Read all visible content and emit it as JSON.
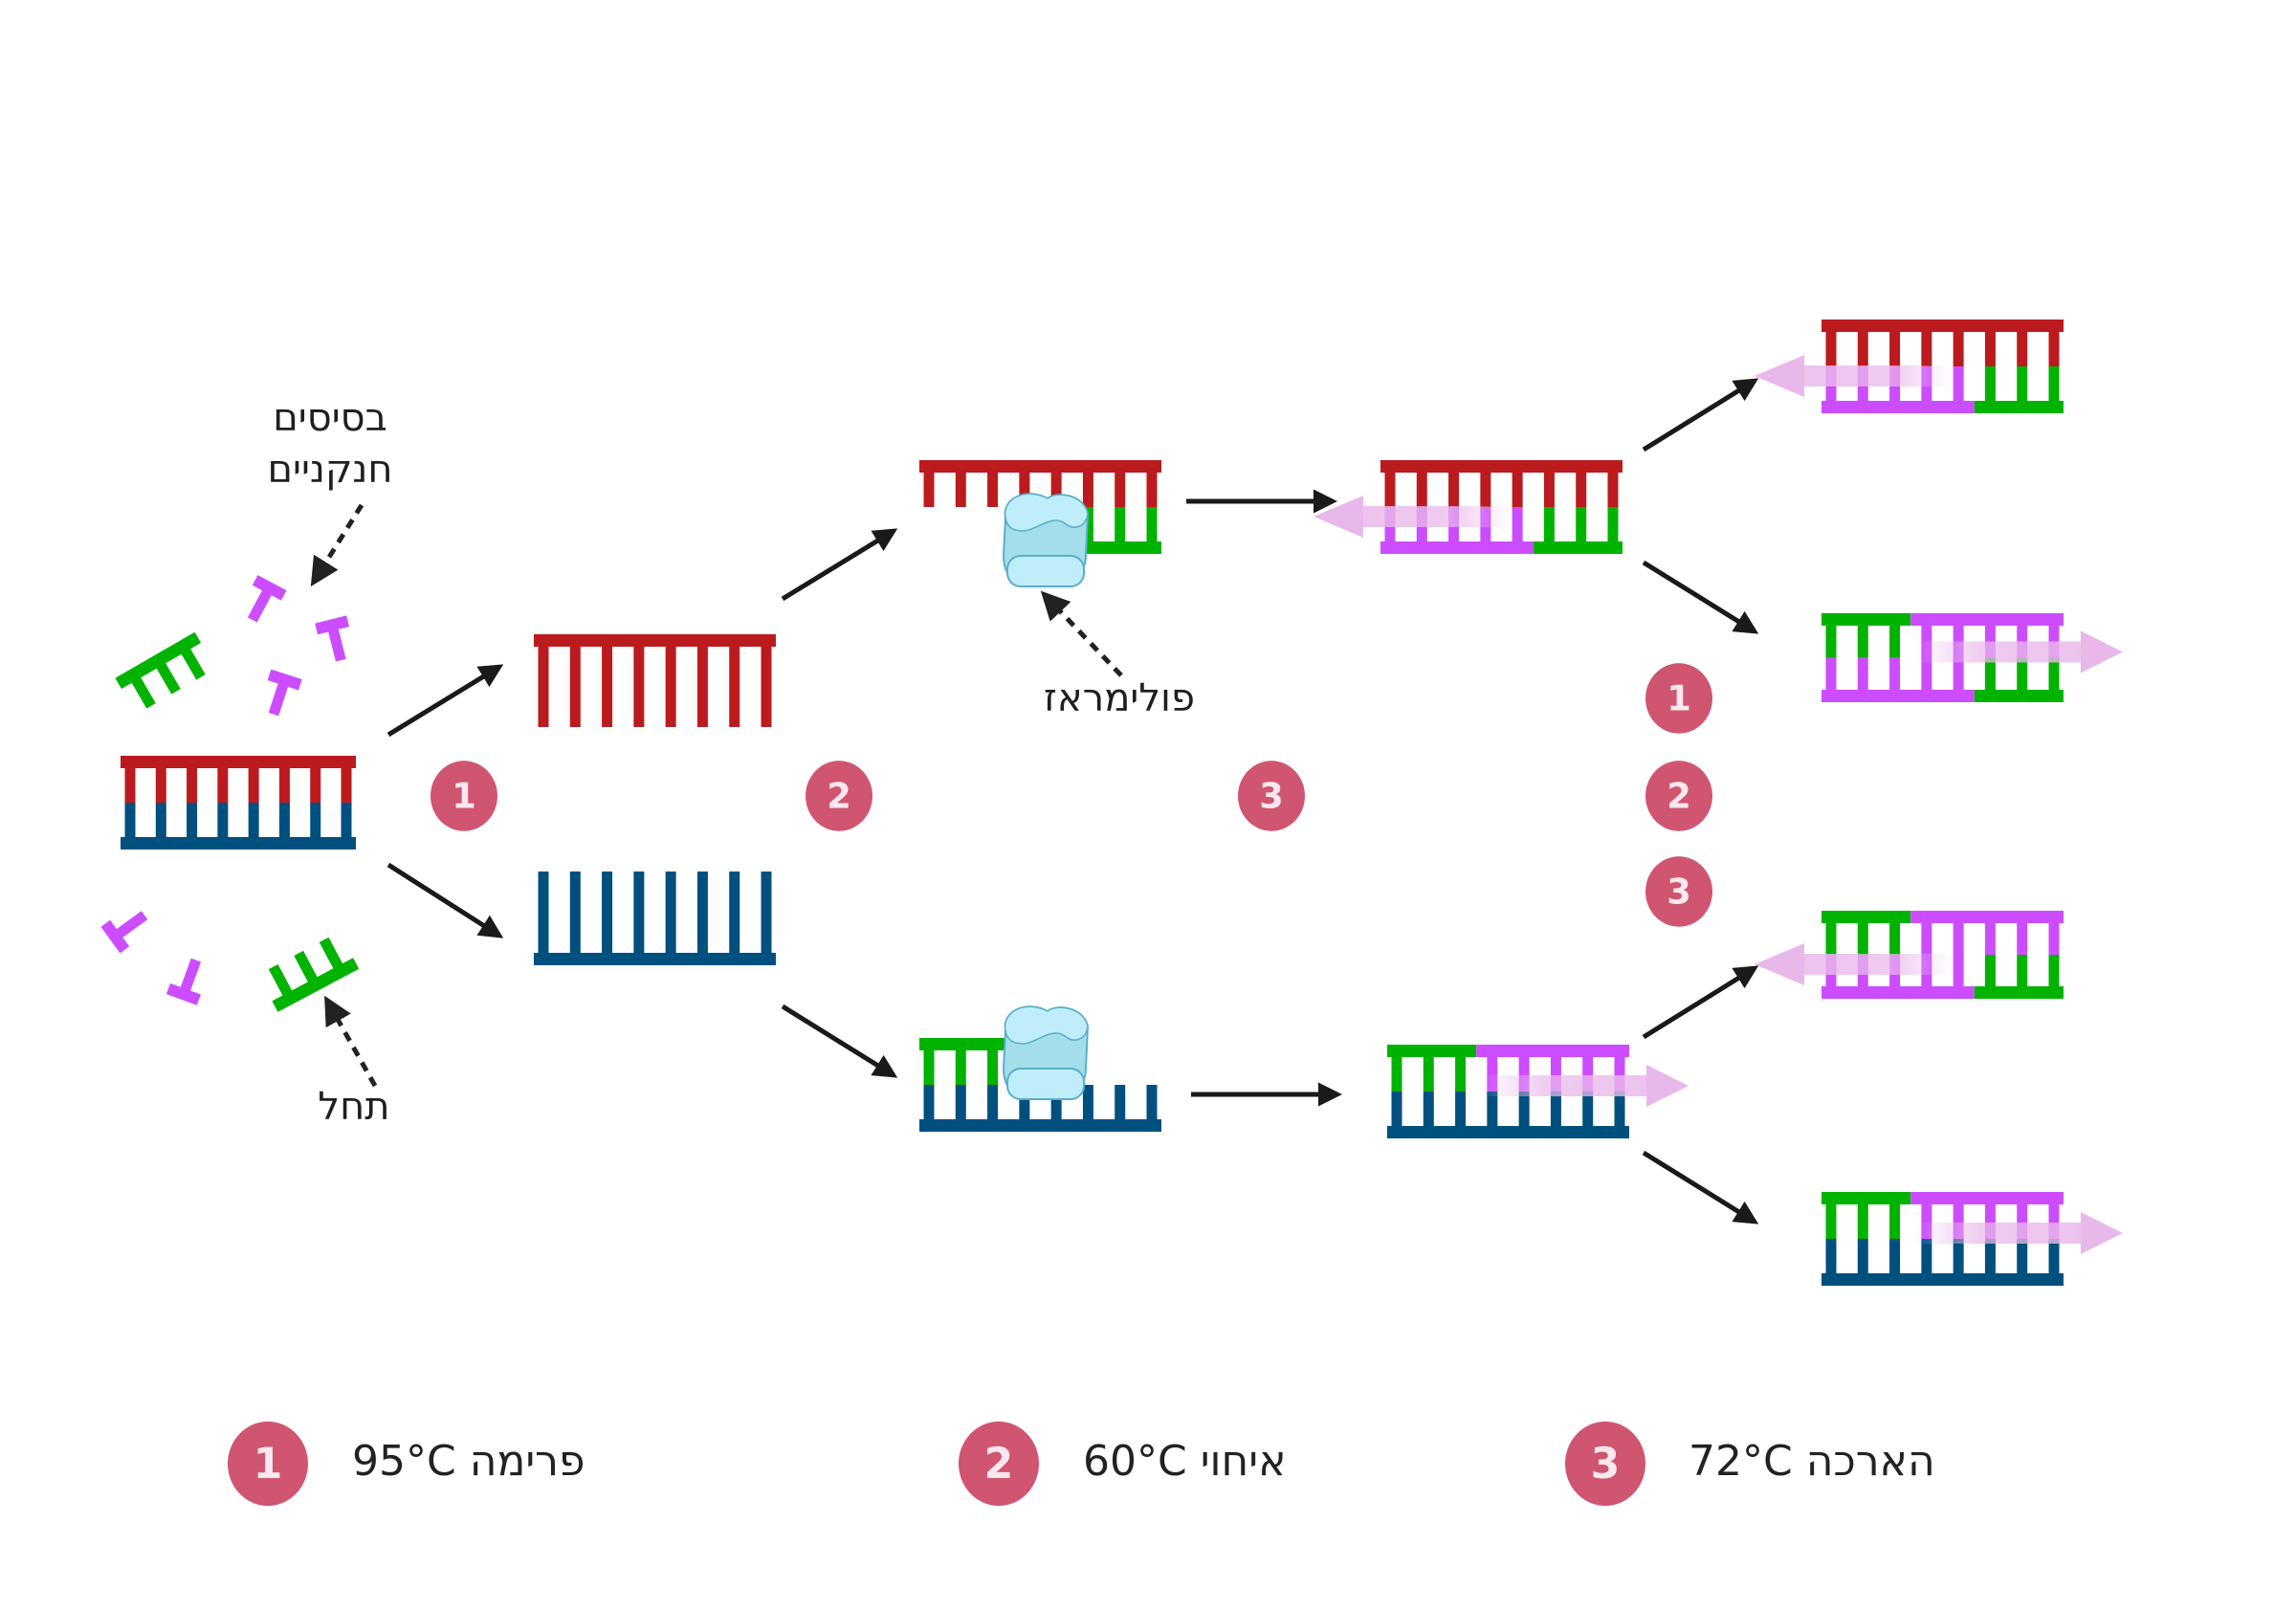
{
  "title": "PCR cycle diagram",
  "colors": {
    "template_top": "#bb1b1e",
    "template_bottom": "#00507f",
    "primer": "#00b300",
    "nucleotide": "#cc4dff",
    "extension_arrow": "#e9b8ea",
    "step_badge": "#d05570",
    "arrow": "#1a1a1a",
    "polymerase_light": "#bfeefa",
    "polymerase_mid": "#a3deea",
    "polymerase_stroke": "#5aaec8"
  },
  "labels": {
    "nucleotides": [
      "בסיסים",
      "חנקניים"
    ],
    "primer": "תחל",
    "polymerase": "פולימראז"
  },
  "steps": [
    {
      "number": "1",
      "name": "פרימה",
      "temp": "95°C",
      "legend": "פרימה 95°C"
    },
    {
      "number": "2",
      "name": "איחוי",
      "temp": "60°C",
      "legend": "איחוי 60°C"
    },
    {
      "number": "3",
      "name": "הארכה",
      "temp": "72°C",
      "legend": "הארכה 72°C"
    }
  ],
  "flow_badges": [
    "1",
    "2",
    "3"
  ],
  "cycle_badges": [
    "1",
    "2",
    "3"
  ],
  "molecules": [
    {
      "id": "template-dsdna",
      "stage": "start",
      "top": [
        "R",
        "R",
        "R",
        "R",
        "R",
        "R",
        "R",
        "R"
      ],
      "bottom": [
        "B",
        "B",
        "B",
        "B",
        "B",
        "B",
        "B",
        "B"
      ]
    },
    {
      "id": "denatured-top-strand",
      "stage": "after-step-1",
      "top": [
        "R",
        "R",
        "R",
        "R",
        "R",
        "R",
        "R",
        "R"
      ],
      "bottom": null
    },
    {
      "id": "denatured-bottom-strand",
      "stage": "after-step-1",
      "top": null,
      "bottom": [
        "B",
        "B",
        "B",
        "B",
        "B",
        "B",
        "B",
        "B"
      ]
    },
    {
      "id": "annealed-top",
      "stage": "after-step-2",
      "top": [
        "R",
        "R",
        "R",
        "R",
        "R",
        "R",
        "R",
        "R"
      ],
      "bottom": [
        null,
        null,
        null,
        null,
        null,
        "G",
        "G",
        "G"
      ],
      "polymerase": true
    },
    {
      "id": "annealed-bottom",
      "stage": "after-step-2",
      "top": [
        "G",
        "G",
        "G",
        null,
        null,
        null,
        null,
        null
      ],
      "bottom": [
        "B",
        "B",
        "B",
        "B",
        "B",
        "B",
        "B",
        "B"
      ],
      "polymerase": true
    },
    {
      "id": "extended-top",
      "stage": "after-step-3",
      "top": [
        "R",
        "R",
        "R",
        "R",
        "R",
        "R",
        "R",
        "R"
      ],
      "bottom": [
        "P",
        "P",
        "P",
        "P",
        "P",
        "G",
        "G",
        "G"
      ],
      "extension": "left"
    },
    {
      "id": "extended-bottom",
      "stage": "after-step-3",
      "top": [
        "G",
        "G",
        "G",
        "P",
        "P",
        "P",
        "P",
        "P"
      ],
      "bottom": [
        "B",
        "B",
        "B",
        "B",
        "B",
        "B",
        "B",
        "B"
      ],
      "extension": "right"
    },
    {
      "id": "cycle2-product-1",
      "stage": "next-cycle",
      "top": [
        "R",
        "R",
        "R",
        "R",
        "R",
        "R",
        "R",
        "R"
      ],
      "bottom": [
        "P",
        "P",
        "P",
        "P",
        "P",
        "G",
        "G",
        "G"
      ],
      "extension": "left"
    },
    {
      "id": "cycle2-product-2",
      "stage": "next-cycle",
      "top": [
        "G",
        "G",
        "G",
        "P",
        "P",
        "P",
        "P",
        "P"
      ],
      "bottom": [
        "P",
        "P",
        "P",
        "P",
        "P",
        "G",
        "G",
        "G"
      ],
      "extension": "right"
    },
    {
      "id": "cycle2-product-3",
      "stage": "next-cycle",
      "top": [
        "G",
        "G",
        "G",
        "P",
        "P",
        "P",
        "P",
        "P"
      ],
      "bottom": [
        "P",
        "P",
        "P",
        "P",
        "P",
        "G",
        "G",
        "G"
      ],
      "extension": "left"
    },
    {
      "id": "cycle2-product-4",
      "stage": "next-cycle",
      "top": [
        "G",
        "G",
        "G",
        "P",
        "P",
        "P",
        "P",
        "P"
      ],
      "bottom": [
        "B",
        "B",
        "B",
        "B",
        "B",
        "B",
        "B",
        "B"
      ],
      "extension": "right"
    }
  ]
}
